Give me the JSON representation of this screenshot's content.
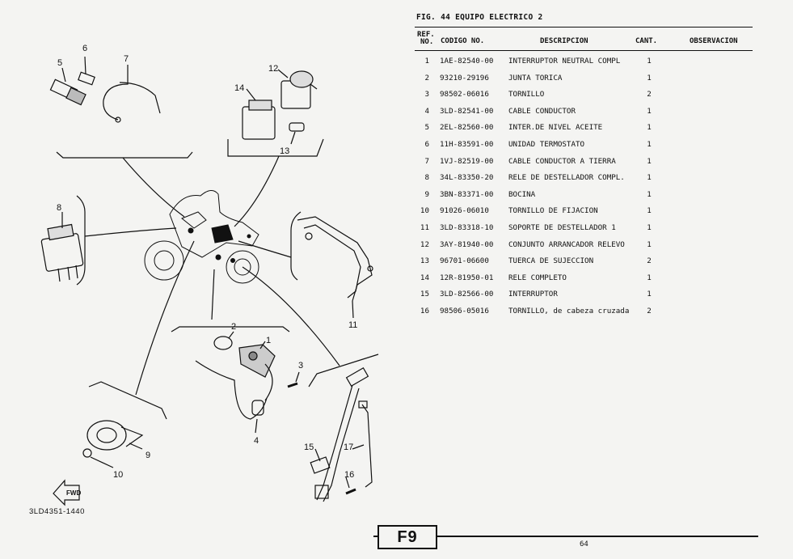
{
  "header": {
    "fig_title": "FIG. 44  EQUIPO ELECTRICO 2",
    "col_ref_top": "REF.",
    "col_ref_bottom": "NO.",
    "col_code": "CODIGO NO.",
    "col_desc": "DESCRIPCION",
    "col_qty": "CANT.",
    "col_obs": "OBSERVACION"
  },
  "parts": [
    {
      "ref": "1",
      "code": "1AE-82540-00",
      "desc": "INTERRUPTOR NEUTRAL COMPL",
      "qty": "1"
    },
    {
      "ref": "2",
      "code": "93210-29196",
      "desc": "JUNTA TORICA",
      "qty": "1"
    },
    {
      "ref": "3",
      "code": "98502-06016",
      "desc": "TORNILLO",
      "qty": "2"
    },
    {
      "ref": "4",
      "code": "3LD-82541-00",
      "desc": "CABLE  CONDUCTOR",
      "qty": "1"
    },
    {
      "ref": "5",
      "code": "2EL-82560-00",
      "desc": "INTER.DE NIVEL ACEITE",
      "qty": "1"
    },
    {
      "ref": "6",
      "code": "11H-83591-00",
      "desc": "UNIDAD TERMOSTATO",
      "qty": "1"
    },
    {
      "ref": "7",
      "code": "1VJ-82519-00",
      "desc": "CABLE CONDUCTOR A TIERRA",
      "qty": "1"
    },
    {
      "ref": "8",
      "code": "34L-83350-20",
      "desc": "RELE DE DESTELLADOR COMPL.",
      "qty": "1"
    },
    {
      "ref": "9",
      "code": "3BN-83371-00",
      "desc": "BOCINA",
      "qty": "1"
    },
    {
      "ref": "10",
      "code": "91026-06010",
      "desc": "TORNILLO DE FIJACION",
      "qty": "1"
    },
    {
      "ref": "11",
      "code": "3LD-83318-10",
      "desc": "SOPORTE  DE DESTELLADOR 1",
      "qty": "1"
    },
    {
      "ref": "12",
      "code": "3AY-81940-00",
      "desc": "CONJUNTO ARRANCADOR RELEVO",
      "qty": "1"
    },
    {
      "ref": "13",
      "code": "96701-06600",
      "desc": "TUERCA DE SUJECCION",
      "qty": "2"
    },
    {
      "ref": "14",
      "code": "12R-81950-01",
      "desc": "RELE COMPLETO",
      "qty": "1"
    },
    {
      "ref": "15",
      "code": "3LD-82566-00",
      "desc": "INTERRUPTOR",
      "qty": "1"
    },
    {
      "ref": "16",
      "code": "98506-05016",
      "desc": "TORNILLO, de cabeza cruzada",
      "qty": "2"
    }
  ],
  "diagram": {
    "labels": [
      "1",
      "2",
      "3",
      "4",
      "5",
      "6",
      "7",
      "8",
      "9",
      "10",
      "11",
      "12",
      "13",
      "14",
      "15",
      "16",
      "17"
    ],
    "drawing_number": "3LD4351-1440",
    "fwd_text": "FWD"
  },
  "footer": {
    "section_code": "F9",
    "page_number": "64"
  }
}
